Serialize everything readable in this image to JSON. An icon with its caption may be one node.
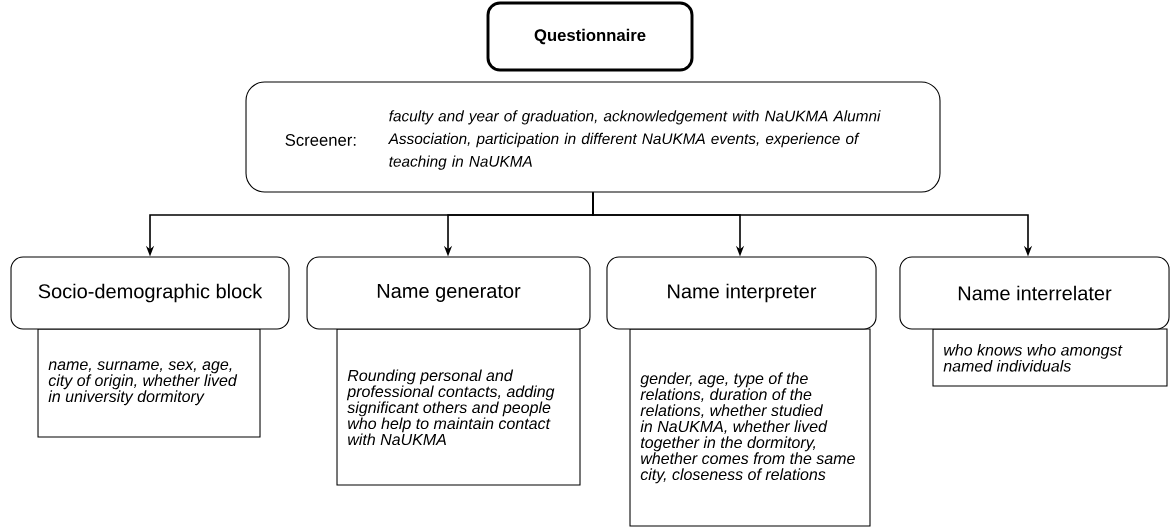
{
  "diagram": {
    "nodes": [
      {
        "text": [
          "Questionnaire"
        ]
      },
      {
        "text": [
          "Screener:",
          "faculty and year of graduation, acknowledgement with NaUKMA Alumni Association, participation in different NaUKMA events, experience of teaching in NaUKMA"
        ]
      },
      {
        "text": [
          "Socio-demographic block"
        ]
      },
      {
        "text": [
          "name, surname, sex, age, city of origin, whether lived in university dormitory"
        ]
      },
      {
        "text": [
          "Name generator"
        ]
      },
      {
        "text": [
          "Rounding personal and professional contacts, adding significant others and people who help to maintain contact with NaUKMA"
        ]
      },
      {
        "text": [
          "Name interpreter"
        ]
      },
      {
        "text": [
          "gender, age, type of the relations, duration of the relations, whether studied in NaUKMA, whether lived together in the dormitory, whether comes from the same city, closeness of relations"
        ]
      },
      {
        "text": [
          "Name interrelater"
        ]
      },
      {
        "text": [
          "who knows who amongst named individuals"
        ]
      }
    ],
    "edges": [
      {
        "from": 1,
        "to": 2,
        "arrow": "to"
      },
      {
        "from": 1,
        "to": 4,
        "arrow": "to"
      },
      {
        "from": 1,
        "to": 6,
        "arrow": "to"
      },
      {
        "from": 1,
        "to": 8,
        "arrow": "to"
      }
    ]
  }
}
